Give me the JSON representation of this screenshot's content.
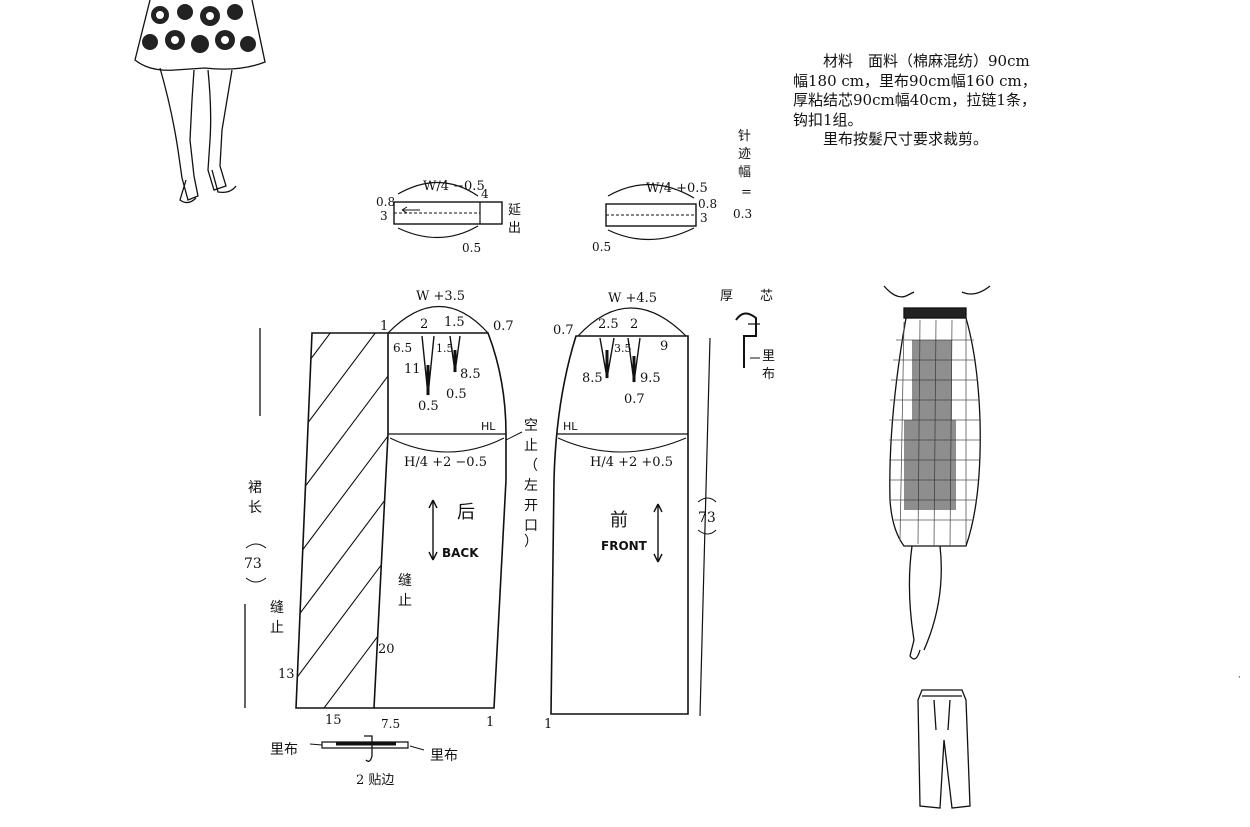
{
  "materials": {
    "lines": [
      "材料　面料（棉麻混纺）90cm",
      "幅180 cm，里布90cm幅160 cm，",
      "厚粘结芯90cm幅40cm，拉链1条，",
      "钩扣1组。",
      "里布按髮尺寸要求裁剪。"
    ]
  },
  "waistband_back": {
    "formula": "W/4 −0.5",
    "dim_08": "0.8",
    "dim_3": "3",
    "dim_4": "4",
    "dim_05": "0.5",
    "extend_label_1": "延",
    "extend_label_2": "出"
  },
  "waistband_front": {
    "formula": "W/4 +0.5",
    "dim_08": "0.8",
    "dim_3": "3",
    "dim_05": "0.5"
  },
  "stitch_note": [
    "针",
    "迹",
    "幅",
    "=",
    "0.3"
  ],
  "back_panel": {
    "waist_formula": "W +3.5",
    "d_1": "1",
    "d_2": "2",
    "d_15": "1.5",
    "d_07": "0.7",
    "d_65": "6.5",
    "d_11": "11",
    "d_15b": "1.5",
    "d_85": "8.5",
    "d_05a": "0.5",
    "d_05b": "0.5",
    "hl": "HL",
    "hip_formula": "H/4 +2 −0.5",
    "label_cn": "后",
    "label_en": "BACK",
    "seam_stop": [
      "缝",
      "止"
    ],
    "d_20": "20",
    "d_15bottom": "15",
    "d_75": "7.5",
    "d_1bottom": "1",
    "d_13": "13"
  },
  "front_panel": {
    "waist_formula": "W +4.5",
    "d_07": "0.7",
    "d_25": "2.5",
    "d_2": "2",
    "d_9": "9",
    "d_35": "3.5",
    "d_85": "8.5",
    "d_95": "9.5",
    "d_07b": "0.7",
    "hl": "HL",
    "hip_formula": "H/4 +2 +0.5",
    "label_cn": "前",
    "label_en": "FRONT",
    "d_1bottom": "1"
  },
  "zipper_note": [
    "空",
    "止",
    "（",
    "左",
    "开",
    "口",
    "）"
  ],
  "skirt_length": {
    "label": [
      "裙",
      "长"
    ],
    "value": "73"
  },
  "right_length": {
    "value": "73"
  },
  "left_seam_stop": [
    "缝",
    "止"
  ],
  "interfacing": {
    "thick": "厚",
    "core": "芯",
    "lining_1": "里",
    "lining_2": "布"
  },
  "vent_detail": {
    "lining_left": "里布",
    "lining_right": "里布",
    "facing": "2 贴边"
  },
  "colors": {
    "ink": "#111111",
    "background": "#ffffff"
  }
}
